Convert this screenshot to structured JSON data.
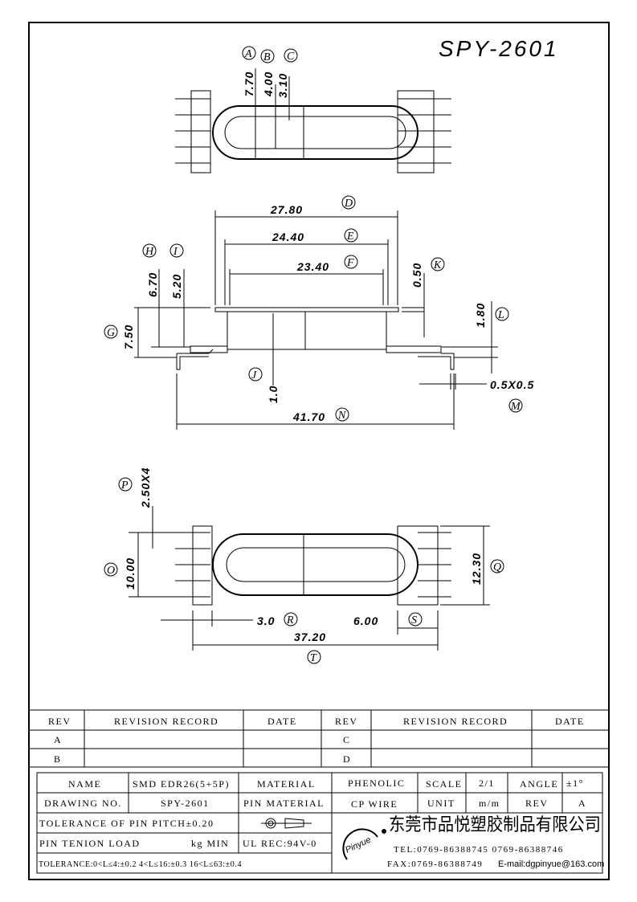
{
  "drawing_title": "SPY-2601",
  "dims": {
    "A": {
      "letter": "A",
      "value": "7.70"
    },
    "B": {
      "letter": "B",
      "value": "4.00"
    },
    "C": {
      "letter": "C",
      "value": "3.10"
    },
    "D": {
      "letter": "D",
      "value": "27.80"
    },
    "E": {
      "letter": "E",
      "value": "24.40"
    },
    "F": {
      "letter": "F",
      "value": "23.40"
    },
    "G": {
      "letter": "G",
      "value": "7.50"
    },
    "H": {
      "letter": "H",
      "value": "6.70"
    },
    "I": {
      "letter": "I",
      "value": "5.20"
    },
    "J": {
      "letter": "J",
      "value": "1.0"
    },
    "K": {
      "letter": "K",
      "value": "0.50"
    },
    "L": {
      "letter": "L",
      "value": "1.80"
    },
    "M": {
      "letter": "M",
      "value": "0.5X0.5"
    },
    "N": {
      "letter": "N",
      "value": "41.70"
    },
    "O": {
      "letter": "O",
      "value": "10.00"
    },
    "P": {
      "letter": "P",
      "value": "2.50X4"
    },
    "Q": {
      "letter": "Q",
      "value": "12.30"
    },
    "R": {
      "letter": "R",
      "value": "3.0"
    },
    "S": {
      "letter": "S",
      "value": "6.00"
    },
    "T": {
      "letter": "T",
      "value": "37.20"
    }
  },
  "revision_table": {
    "headers": [
      "REV",
      "REVISION RECORD",
      "DATE",
      "REV",
      "REVISION RECORD",
      "DATE"
    ],
    "rows": [
      [
        "A",
        "",
        "",
        "C",
        "",
        ""
      ],
      [
        "B",
        "",
        "",
        "D",
        "",
        ""
      ]
    ]
  },
  "title_block": {
    "name_label": "NAME",
    "name": "SMD EDR26(5+5P)",
    "material_label": "MATERIAL",
    "material": "PHENOLIC",
    "scale_label": "SCALE",
    "scale": "2/1",
    "angle_label": "ANGLE",
    "angle": "±1°",
    "drawing_no_label": "DRAWING NO.",
    "drawing_no": "SPY-2601",
    "pin_material_label": "PIN MATERIAL",
    "pin_material": "CP WIRE",
    "unit_label": "UNIT",
    "unit": "m/m",
    "rev_label": "REV",
    "rev": "A",
    "pin_pitch_tolerance": "TOLERANCE OF PIN PITCH±0.20",
    "pin_load_label": "PIN TENION LOAD",
    "pin_load_unit": "kg MIN",
    "ul_rec": "UL REC:94V-0",
    "tolerance": "TOLERANCE:0<L≤4:±0.2  4<L≤16:±0.3  16<L≤63:±0.4"
  },
  "company": {
    "logo": "Pinyue",
    "name": "东莞市品悦塑胶制品有限公司",
    "tel": "TEL:0769-86388745   0769-86388746",
    "fax": "FAX:0769-86388749",
    "email": "E-mail:dgpinyue@163.com"
  }
}
